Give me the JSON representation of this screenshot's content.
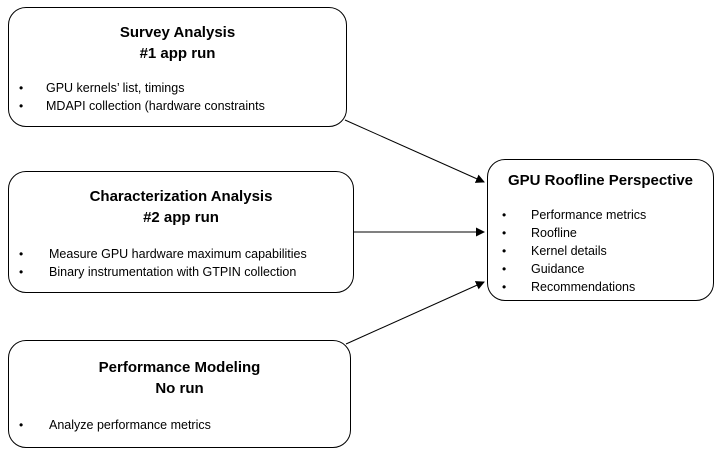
{
  "nodes": {
    "survey": {
      "title": "Survey Analysis",
      "subtitle": "#1 app run",
      "bullets": [
        "GPU kernels’ list, timings",
        "MDAPI collection (hardware constraints"
      ]
    },
    "characterization": {
      "title": "Characterization Analysis",
      "subtitle": "#2 app run",
      "bullets": [
        "Measure GPU hardware maximum capabilities",
        "Binary instrumentation with GTPIN collection"
      ]
    },
    "modeling": {
      "title": "Performance Modeling",
      "subtitle": "No run",
      "bullets": [
        "Analyze performance metrics"
      ]
    },
    "roofline": {
      "title": "GPU Roofline Perspective",
      "bullets": [
        "Performance metrics",
        "Roofline",
        "Kernel details",
        "Guidance",
        "Recommendations"
      ]
    }
  },
  "edges": [
    {
      "from": "survey",
      "to": "roofline"
    },
    {
      "from": "characterization",
      "to": "roofline"
    },
    {
      "from": "modeling",
      "to": "roofline"
    }
  ]
}
